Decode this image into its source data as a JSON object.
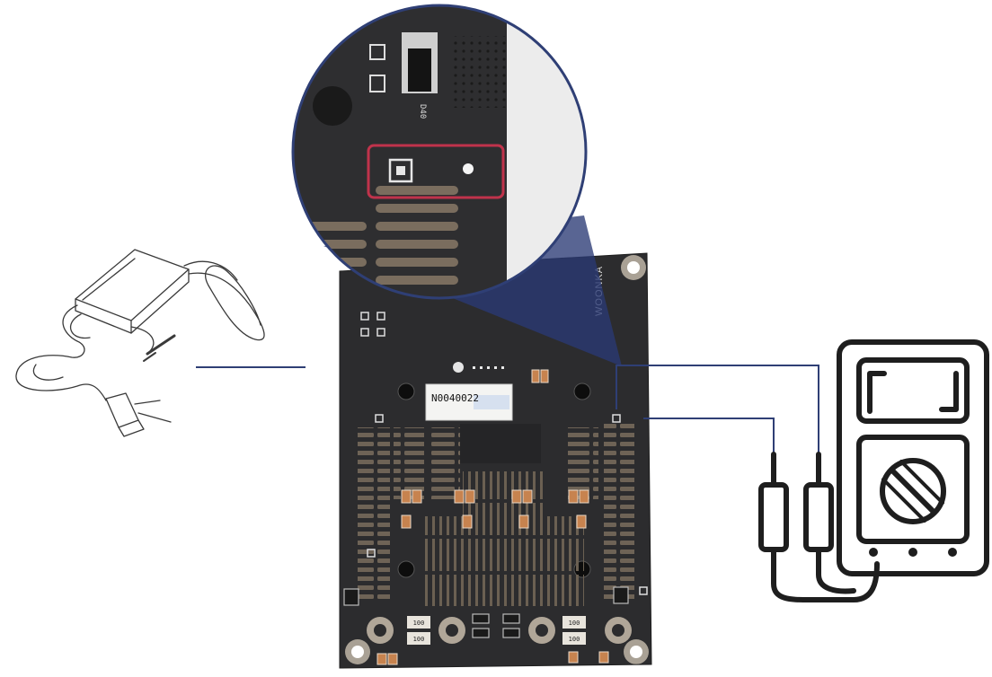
{
  "board": {
    "serial_label": "N0040022",
    "brand_text": "WOONKA",
    "designator_d": "D40",
    "resistor_value": "100"
  },
  "colors": {
    "board": "#2c2c2e",
    "pad": "#7a6a5a",
    "highlight": "#c0334b",
    "zoom_ring": "#2f3f75",
    "line": "#2f3f75",
    "meter_stroke": "#1e1e1e"
  },
  "icons": {
    "adapter": "power-adapter-icon",
    "meter": "multimeter-icon"
  }
}
